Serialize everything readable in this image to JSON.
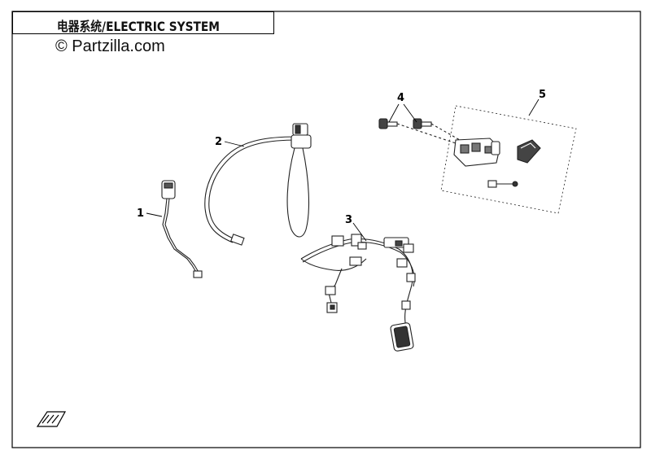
{
  "header": {
    "title": "电器系统/ELECTRIC SYSTEM"
  },
  "watermark": {
    "text": "© Partzilla.com"
  },
  "callouts": [
    {
      "id": "1",
      "label": "1"
    },
    {
      "id": "2",
      "label": "2"
    },
    {
      "id": "3",
      "label": "3"
    },
    {
      "id": "4",
      "label": "4"
    },
    {
      "id": "5",
      "label": "5"
    }
  ],
  "logo": {
    "icon": "brand-logo-icon"
  }
}
